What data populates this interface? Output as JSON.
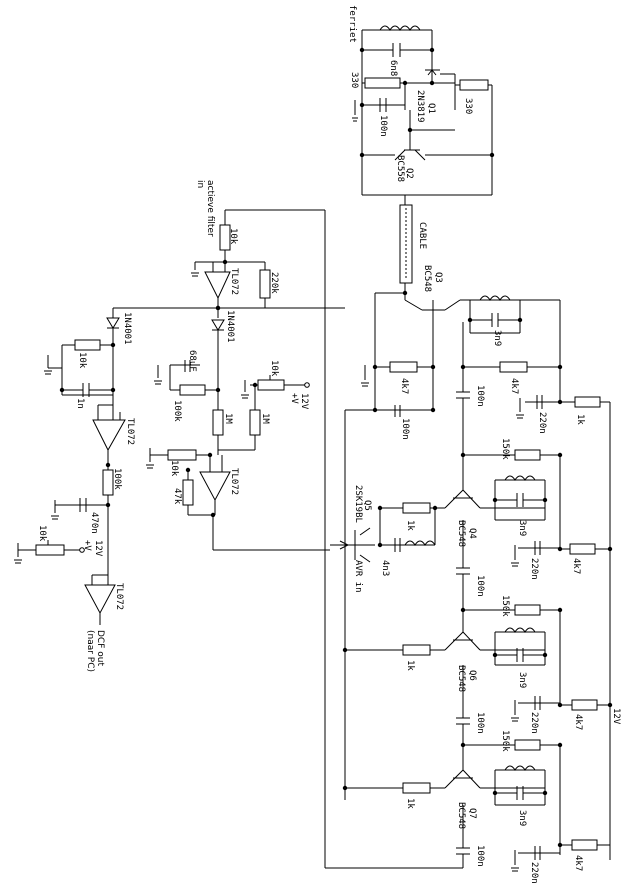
{
  "labels": {
    "ferriet": "ferriet",
    "q1": "Q1",
    "q1_type": "2N3819",
    "q2": "Q2",
    "q2_type": "BC558",
    "q3": "Q3",
    "q3_type": "BC548",
    "q4": "Q4",
    "q4_type": "BC548",
    "q5": "Q5",
    "q5_type": "2SK19BL",
    "q6": "Q6",
    "q6_type": "BC548",
    "q7": "Q7",
    "q7_type": "BC548",
    "cable": "CABLE",
    "active_filter_in": "actieve filter",
    "active_filter_in2": "in",
    "avr_in": "AVR in",
    "dcf_out": "DCF out",
    "dcf_out2": "(naar PC)",
    "v12_right": "12V",
    "v12_mid": "12V",
    "v12_left": "12V",
    "plus_v_mid": "+V",
    "plus_v_left": "+V",
    "opamp_top": "TL072",
    "opamp_mid": "TL072",
    "opamp_left": "TL072",
    "opamp_bottom": "TL072",
    "diode_top": "1N4001",
    "diode_left": "1N4001",
    "r_330_left": "330",
    "r_330_right": "330",
    "c_6n8": "6n8",
    "c_100n_top": "100n",
    "r_4k7_q3_left": "4k7",
    "r_4k7_q3_right": "4k7",
    "c_3n9_q3": "3n9",
    "c_100n_q3": "100n",
    "c_100n_q3b": "100n",
    "c_220n_q3": "220n",
    "r_1k_right": "1k",
    "r_150k_q4": "150k",
    "c_3n9_q4": "3n9",
    "c_220n_q4": "220n",
    "r_4k7_q4": "4k7",
    "r_1k_q5": "1k",
    "c_4n3": "4n3",
    "c_100n_q4": "100n",
    "r_150k_q6": "150k",
    "r_1k_q6": "1k",
    "c_3n9_q6": "3n9",
    "c_220n_q6": "220n",
    "r_4k7_q6": "4k7",
    "c_100n_q6": "100n",
    "r_150k_q7": "150k",
    "r_1k_q7": "1k",
    "c_3n9_q7": "3n9",
    "c_220n_q7": "220n",
    "r_4k7_q7": "4k7",
    "c_100n_q7": "100n",
    "r_10k_top": "10k",
    "r_220k": "220k",
    "c_68uf": "68uF",
    "r_100k_mid": "100k",
    "r_10k_pot": "10k",
    "r_1m_a": "1M",
    "r_1m_b": "1M",
    "r_10k_mid": "10k",
    "r_47k": "47k",
    "r_10k_left": "10k",
    "c_1n": "1n",
    "r_100k_left": "100k",
    "c_470n": "470n",
    "r_10k_pot_left": "10k"
  }
}
